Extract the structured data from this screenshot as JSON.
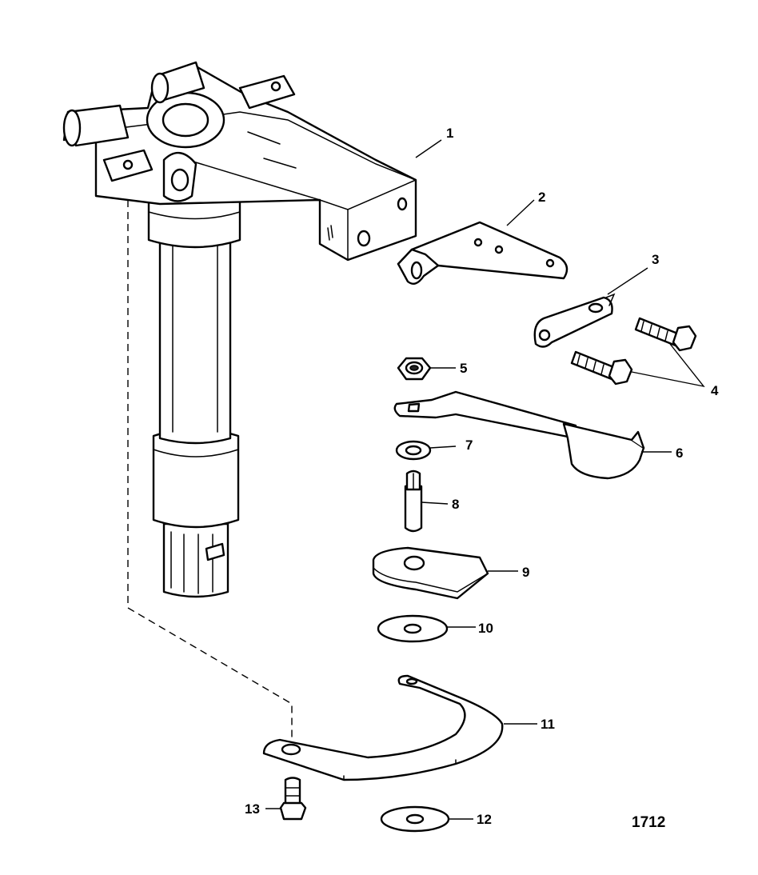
{
  "figure_number": "1712",
  "callouts": [
    "1",
    "2",
    "3",
    "4",
    "5",
    "6",
    "7",
    "8",
    "9",
    "10",
    "11",
    "12",
    "13"
  ]
}
